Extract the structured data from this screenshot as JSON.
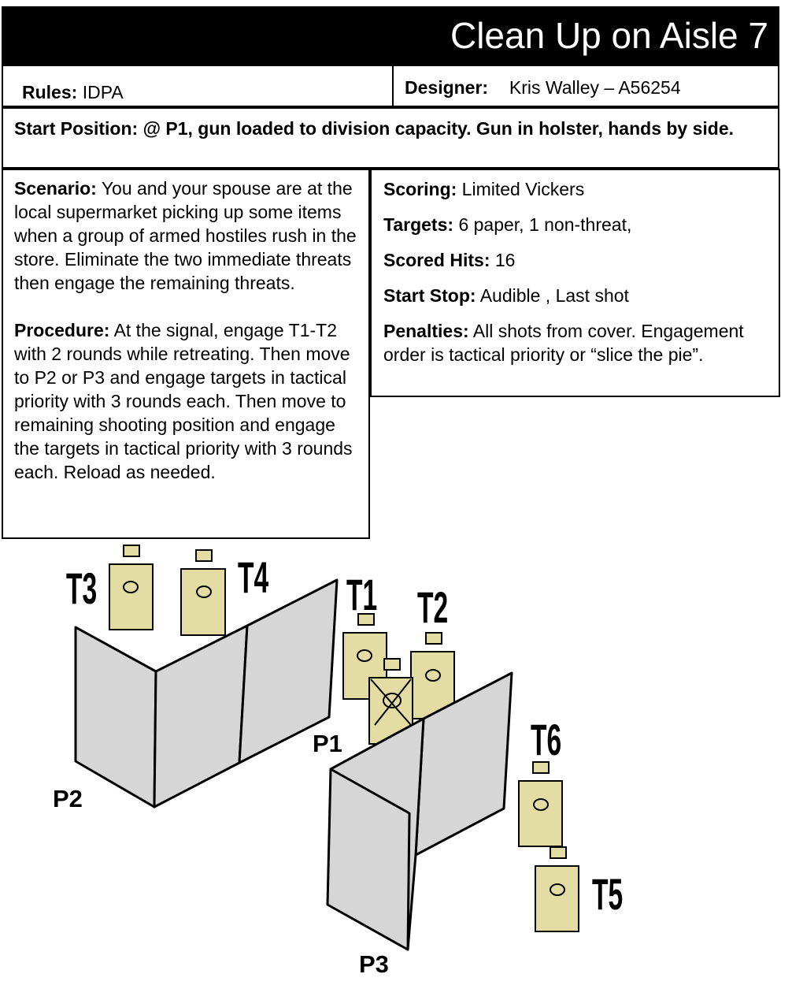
{
  "header": {
    "title": "Clean Up on Aisle 7"
  },
  "info": {
    "rules_label": "Rules:",
    "rules_value": "IDPA",
    "designer_label": "Designer:",
    "designer_value": "Kris Walley – A56254"
  },
  "start_position": {
    "label": "Start Position:",
    "text": "@ P1, gun loaded to division capacity.  Gun in holster, hands by side."
  },
  "scenario": {
    "label": "Scenario:",
    "text": "You and your spouse are at the local supermarket picking up some items when a group of armed hostiles rush in the store.  Eliminate the two immediate threats then engage the remaining threats."
  },
  "procedure": {
    "label": "Procedure:",
    "text": "At the signal, engage T1-T2 with 2 rounds while retreating.  Then move to P2 or P3 and engage targets in tactical priority with 3 rounds each.  Then move to remaining shooting position and engage the targets in tactical priority with 3 rounds each.  Reload as needed."
  },
  "scoring": {
    "scoring_label": "Scoring:",
    "scoring_value": "Limited Vickers",
    "targets_label": "Targets:",
    "targets_value": "6 paper, 1 non-threat,",
    "hits_label": "Scored Hits:",
    "hits_value": "16",
    "startstop_label": "Start Stop:",
    "startstop_value": "Audible , Last shot",
    "penalties_label": "Penalties:",
    "penalties_value": "All shots from cover.  Engagement order is tactical priority or “slice the pie”."
  },
  "diagram": {
    "target_labels": [
      "T1",
      "T2",
      "T3",
      "T4",
      "T5",
      "T6"
    ],
    "position_labels": [
      "P1",
      "P2",
      "P3"
    ],
    "colors": {
      "target_fill": "#e3dca3",
      "wall_fill": "#d6d6d6",
      "outline": "#000000"
    }
  }
}
